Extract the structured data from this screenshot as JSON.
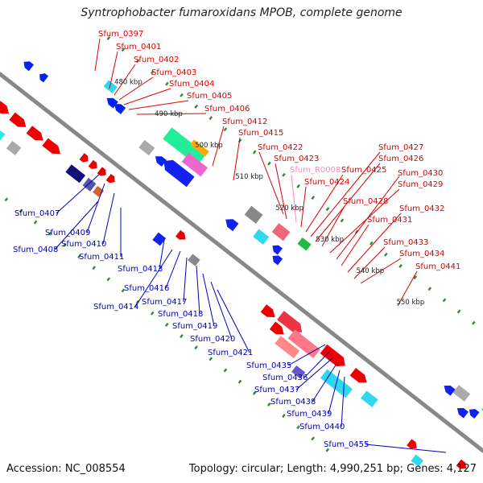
{
  "title": "Syntrophobacter fumaroxidans MPOB, complete genome",
  "footer": {
    "accession": "Accession: NC_008554",
    "summary": "Topology: circular; Length: 4,990,251 bp; Genes: 4,127"
  },
  "colors": {
    "backbone": "#888888",
    "tick": "#2e8b2e",
    "fwd_label": "#dd0000",
    "rev_label": "#0000bb",
    "rna_label": "#ff88bb"
  },
  "scale_labels": [
    {
      "kbp": 480,
      "text": "480 kbp"
    },
    {
      "kbp": 490,
      "text": "490 kbp"
    },
    {
      "kbp": 500,
      "text": "500 kbp"
    },
    {
      "kbp": 510,
      "text": "510 kbp"
    },
    {
      "kbp": 520,
      "text": "520 kbp"
    },
    {
      "kbp": 530,
      "text": "530 kbp"
    },
    {
      "kbp": 540,
      "text": "540 kbp"
    },
    {
      "kbp": 550,
      "text": "550 kbp"
    }
  ],
  "forward_genes": [
    {
      "text": "Sfum_0397"
    },
    {
      "text": "Sfum_0401"
    },
    {
      "text": "Sfum_0402"
    },
    {
      "text": "Sfum_0403"
    },
    {
      "text": "Sfum_0404"
    },
    {
      "text": "Sfum_0405"
    },
    {
      "text": "Sfum_0406"
    },
    {
      "text": "Sfum_0412"
    },
    {
      "text": "Sfum_0415"
    },
    {
      "text": "Sfum_0422"
    },
    {
      "text": "Sfum_0423"
    },
    {
      "text": "Sfum_R0008",
      "rna": true
    },
    {
      "text": "Sfum_0424"
    },
    {
      "text": "Sfum_0425"
    },
    {
      "text": "Sfum_0426"
    },
    {
      "text": "Sfum_0427"
    },
    {
      "text": "Sfum_0428"
    },
    {
      "text": "Sfum_0429"
    },
    {
      "text": "Sfum_0430"
    },
    {
      "text": "Sfum_0431"
    },
    {
      "text": "Sfum_0432"
    },
    {
      "text": "Sfum_0433"
    },
    {
      "text": "Sfum_0434"
    },
    {
      "text": "Sfum_0441"
    }
  ],
  "reverse_genes": [
    {
      "text": "Sfum_0407"
    },
    {
      "text": "Sfum_0409"
    },
    {
      "text": "Sfum_0408"
    },
    {
      "text": "Sfum_0410"
    },
    {
      "text": "Sfum_0411"
    },
    {
      "text": "Sfum_0413"
    },
    {
      "text": "Sfum_0416"
    },
    {
      "text": "Sfum_0417"
    },
    {
      "text": "Sfum_0414"
    },
    {
      "text": "Sfum_0418"
    },
    {
      "text": "Sfum_0419"
    },
    {
      "text": "Sfum_0420"
    },
    {
      "text": "Sfum_0421"
    },
    {
      "text": "Sfum_0435"
    },
    {
      "text": "Sfum_0436"
    },
    {
      "text": "Sfum_0437"
    },
    {
      "text": "Sfum_0438"
    },
    {
      "text": "Sfum_0439"
    },
    {
      "text": "Sfum_0440"
    },
    {
      "text": "Sfum_0455"
    }
  ]
}
